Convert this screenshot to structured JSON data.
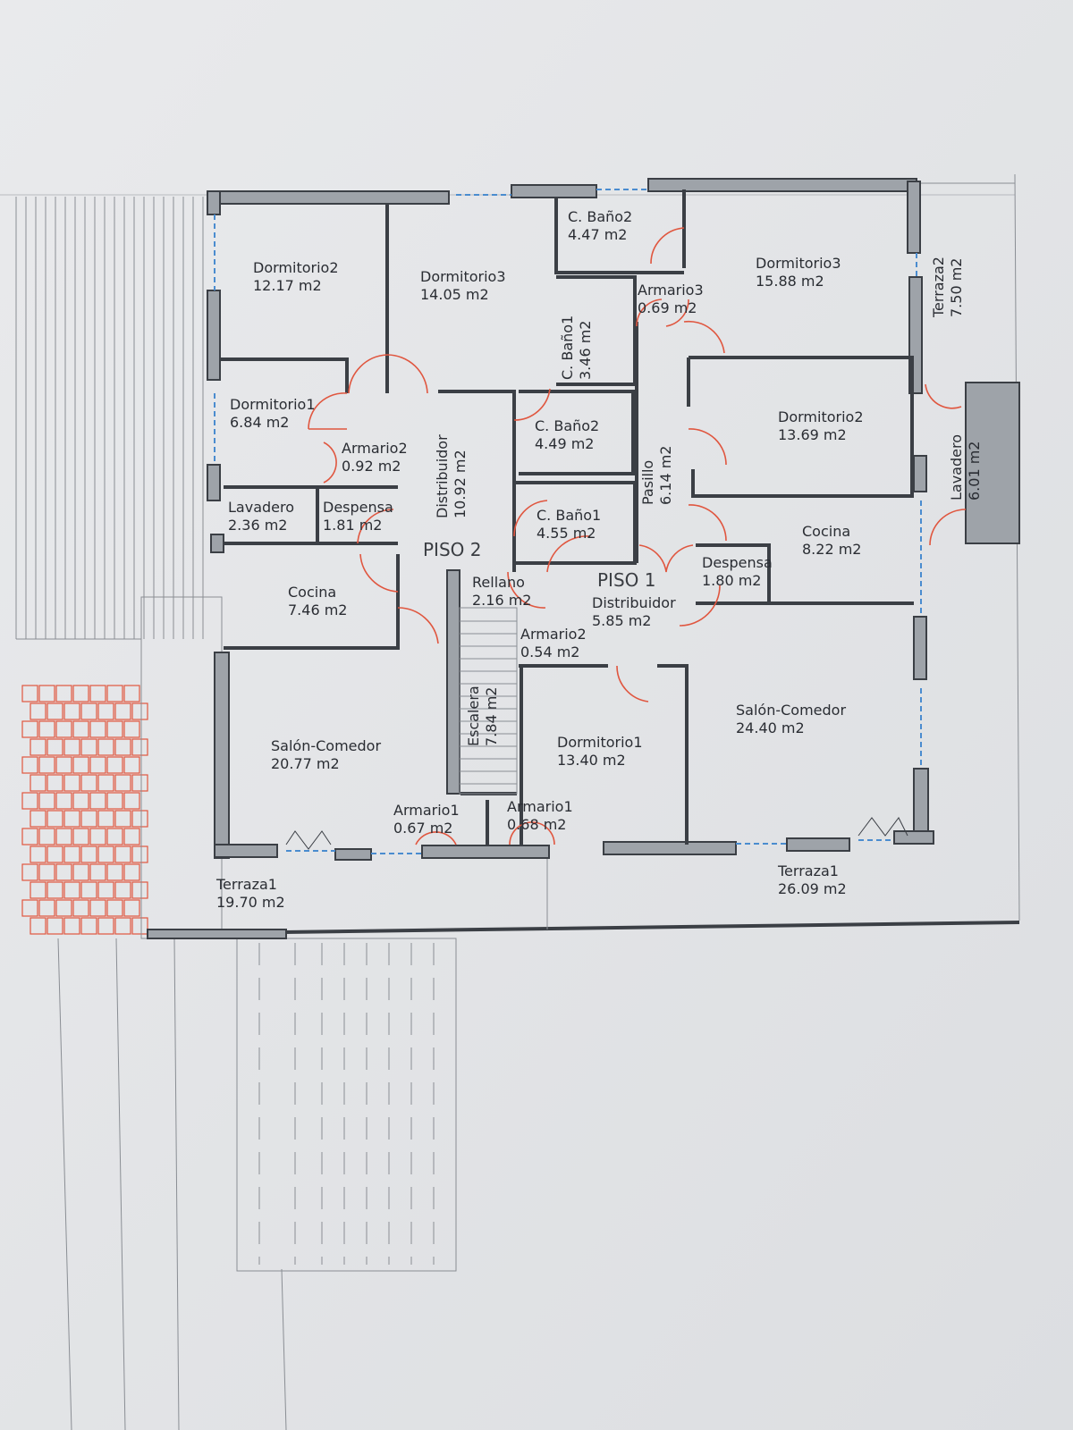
{
  "plan": {
    "piso2": {
      "label": "PISO 2",
      "rooms": [
        {
          "name": "Dormitorio2",
          "area": "12.17 m2"
        },
        {
          "name": "Dormitorio3",
          "area": "14.05 m2"
        },
        {
          "name": "Dormitorio1",
          "area": "6.84 m2"
        },
        {
          "name": "Armario2",
          "area": "0.92 m2"
        },
        {
          "name": "Distribuidor",
          "area": "10.92 m2"
        },
        {
          "name": "Lavadero",
          "area": "2.36 m2"
        },
        {
          "name": "Despensa",
          "area": "1.81 m2"
        },
        {
          "name": "Cocina",
          "area": "7.46 m2"
        },
        {
          "name": "Rellano",
          "area": "2.16 m2"
        },
        {
          "name": "Escalera",
          "area": "7.84 m2"
        },
        {
          "name": "Salón-Comedor",
          "area": "20.77 m2"
        },
        {
          "name": "Armario1",
          "area": "0.67 m2"
        },
        {
          "name": "Terraza1",
          "area": "19.70 m2"
        }
      ]
    },
    "piso1": {
      "label": "PISO 1",
      "rooms": [
        {
          "name": "C. Baño2",
          "area": "4.47 m2"
        },
        {
          "name": "Armario3",
          "area": "0.69 m2"
        },
        {
          "name": "C. Baño1",
          "area": "3.46 m2"
        },
        {
          "name": "C. Baño2",
          "area": "4.49 m2"
        },
        {
          "name": "C. Baño1",
          "area": "4.55 m2"
        },
        {
          "name": "Pasillo",
          "area": "6.14 m2"
        },
        {
          "name": "Dormitorio3",
          "area": "15.88 m2"
        },
        {
          "name": "Dormitorio2",
          "area": "13.69 m2"
        },
        {
          "name": "Terraza2",
          "area": "7.50 m2"
        },
        {
          "name": "Lavadero",
          "area": "6.01 m2"
        },
        {
          "name": "Cocina",
          "area": "8.22 m2"
        },
        {
          "name": "Despensa",
          "area": "1.80 m2"
        },
        {
          "name": "Distribuidor",
          "area": "5.85 m2"
        },
        {
          "name": "Armario2",
          "area": "0.54 m2"
        },
        {
          "name": "Dormitorio1",
          "area": "13.40 m2"
        },
        {
          "name": "Armario1",
          "area": "0.68 m2"
        },
        {
          "name": "Salón-Comedor",
          "area": "24.40 m2"
        },
        {
          "name": "Terraza1",
          "area": "26.09 m2"
        }
      ]
    },
    "colors": {
      "wall": "#9ea3a9",
      "door": "#e0563f",
      "window": "#4a8ccf",
      "paper": "#e4e6e8"
    }
  }
}
